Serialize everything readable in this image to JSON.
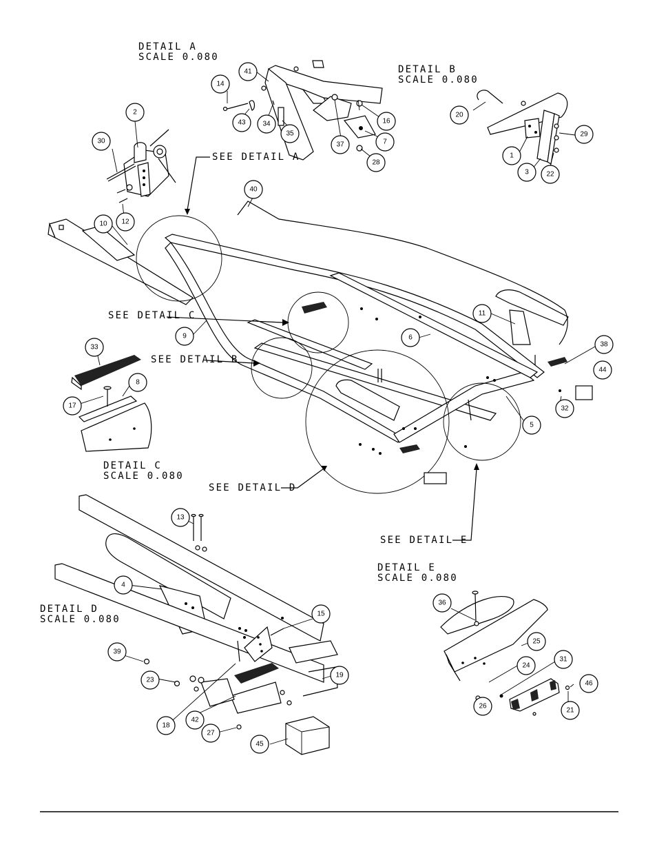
{
  "details": {
    "a": {
      "title": "DETAIL  A",
      "scale": "SCALE  0.080"
    },
    "b": {
      "title": "DETAIL  B",
      "scale": "SCALE  0.080"
    },
    "c": {
      "title": "DETAIL  C",
      "scale": "SCALE  0.080"
    },
    "d": {
      "title": "DETAIL  D",
      "scale": "SCALE  0.080"
    },
    "e": {
      "title": "DETAIL  E",
      "scale": "SCALE  0.080"
    }
  },
  "callouts": {
    "see_a": "SEE DETAIL  A",
    "see_b": "SEE DETAIL  B",
    "see_c": "SEE DETAIL  C",
    "see_d": "SEE DETAIL  D",
    "see_e": "SEE DETAIL  E"
  },
  "balloons": {
    "b1": "1",
    "b2": "2",
    "b3": "3",
    "b4": "4",
    "b5": "5",
    "b6": "6",
    "b7": "7",
    "b8": "8",
    "b9": "9",
    "b10": "10",
    "b11": "11",
    "b12": "12",
    "b13": "13",
    "b14": "14",
    "b15": "15",
    "b16": "16",
    "b17": "17",
    "b18": "18",
    "b19": "19",
    "b20": "20",
    "b21": "21",
    "b22": "22",
    "b23": "23",
    "b24": "24",
    "b25": "25",
    "b26": "26",
    "b27": "27",
    "b28": "28",
    "b29": "29",
    "b30": "30",
    "b31": "31",
    "b32": "32",
    "b33": "33",
    "b34": "34",
    "b35": "35",
    "b36": "36",
    "b37": "37",
    "b38": "38",
    "b39": "39",
    "b40": "40",
    "b41": "41",
    "b42": "42",
    "b43": "43",
    "b44": "44",
    "b45": "45",
    "b46": "46"
  }
}
